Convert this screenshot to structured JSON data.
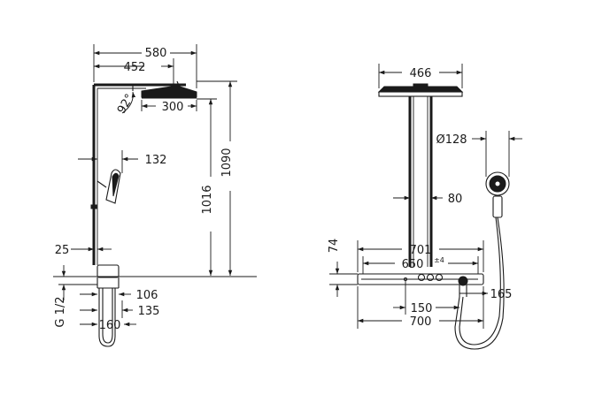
{
  "side_view": {
    "dim_580": "580",
    "dim_452": "452",
    "dim_angle": "92°",
    "dim_300": "300",
    "dim_132": "132",
    "dim_1016": "1016",
    "dim_1090": "1090",
    "dim_25": "25",
    "dim_thread": "G 1/2",
    "dim_106": "106",
    "dim_135": "135",
    "dim_160": "160"
  },
  "front_view": {
    "dim_466": "466",
    "dim_diameter": "Ø128",
    "dim_80": "80",
    "dim_74": "74",
    "dim_701": "701",
    "dim_650": "650",
    "dim_650_tolerance": "±4",
    "dim_165": "165",
    "dim_150": "150",
    "dim_700": "700"
  }
}
